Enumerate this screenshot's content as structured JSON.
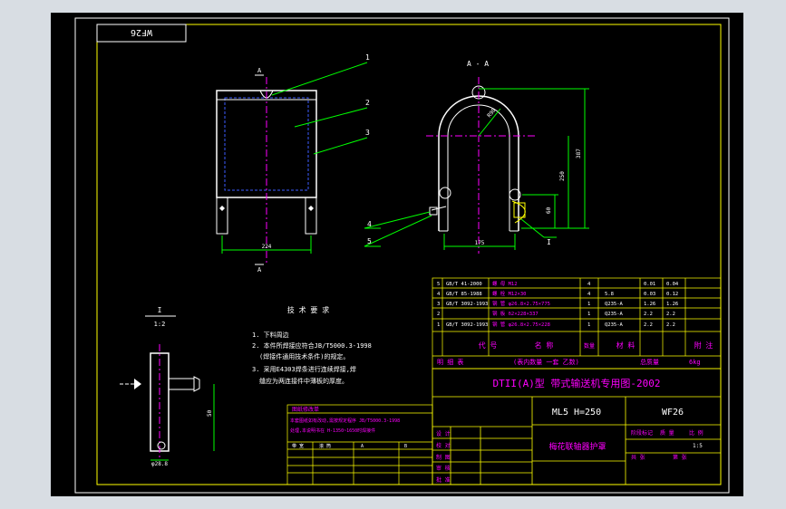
{
  "drawing": {
    "code_mirrored": "WF26"
  },
  "front_view": {
    "section_mark": "A",
    "dim_width": "224"
  },
  "section_view": {
    "title": "A - A",
    "dim_radius": "R90",
    "dim_width": "175",
    "dim_height_total": "387",
    "dim_height": "250",
    "dim_bolt_height": "60",
    "detail_mark": "I"
  },
  "detail_view": {
    "title": "I",
    "scale": "1:2",
    "dim_height": "50",
    "dim_width": "φ28.8"
  },
  "callouts": [
    "1",
    "2",
    "3",
    "4",
    "5"
  ],
  "tech_requirements": {
    "title": "技 术 要 求",
    "lines": [
      "1. 下料周边",
      "2. 本件所焊接应符合JB/T5000.3-1998",
      "   (焊接件通用技术条件)的规定。",
      "3. 采用E4303焊条进行连续焊接,焊",
      "   缝应为两连接件中薄板的厚度。"
    ]
  },
  "change_table": {
    "title": "图纸修改单",
    "notes": [
      "本套图纸如有改动,需按规定程序 JB/T5000.3-1998",
      "处理,本说明书在 H-1350~1650时焊接件"
    ],
    "headers": [
      "带 宽",
      "滚 筒",
      "A",
      "B"
    ]
  },
  "parts_list": {
    "headers": {
      "code": "代 号",
      "name": "名 称",
      "qty": "数量",
      "material": "材 料",
      "remark": "附 注"
    },
    "rows": [
      {
        "no": "5",
        "code": "GB/T 41-2000",
        "name": "螺 母 M12",
        "qty": "4",
        "material": "",
        "w1": "0.01",
        "w2": "0.04"
      },
      {
        "no": "4",
        "code": "GB/T 85-1988",
        "name": "螺 栓 M12×30",
        "qty": "4",
        "material": "5.8",
        "w1": "0.03",
        "w2": "0.12"
      },
      {
        "no": "3",
        "code": "GB/T 3092-1993",
        "name": "钢 管 φ26.8×2.75×775",
        "qty": "1",
        "material": "Q235-A",
        "w1": "1.26",
        "w2": "1.26"
      },
      {
        "no": "2",
        "code": "",
        "name": "钢 板 δ2×228×337",
        "qty": "1",
        "material": "Q235-A",
        "w1": "2.2",
        "w2": "2.2"
      },
      {
        "no": "1",
        "code": "GB/T 3092-1993",
        "name": "钢 管 φ26.8×2.75×228",
        "qty": "1",
        "material": "Q235-A",
        "w1": "2.2",
        "w2": "2.2"
      }
    ],
    "detail_list_label": "明 细 表",
    "qty_note": "(表内数量 一套 乙数)",
    "total_weight_label": "总质量",
    "total_weight_value": "6kg"
  },
  "title_block": {
    "series_title": "DTII(A)型 带式输送机专用图-2002",
    "machine_spec": "ML5 H=250",
    "drawing_number": "WF26",
    "part_name": "梅花联轴器护罩",
    "stage_label": "阶段标记",
    "weight_label": "质 量",
    "scale_label": "比 例",
    "scale_value": "1:5",
    "sheet_total_label": "共 张",
    "sheet_no_label": "第 张",
    "roles": [
      "设 计",
      "校 对",
      "制 图",
      "审 核",
      "批 准"
    ]
  }
}
